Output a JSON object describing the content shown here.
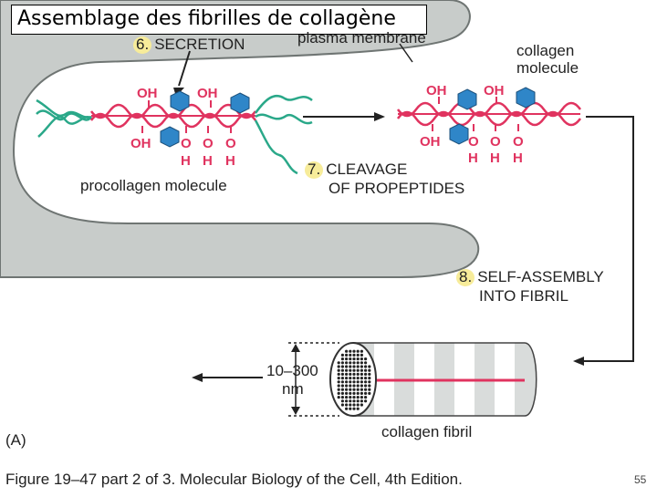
{
  "title": "Assemblage des fibrilles de collagène",
  "labels": {
    "secretion_num": "6.",
    "secretion": "SECRETION",
    "plasma_membrane": "plasma membrane",
    "collagen_molecule_1": "collagen",
    "collagen_molecule_2": "molecule",
    "procollagen_molecule": "procollagen molecule",
    "cleavage_num": "7.",
    "cleavage_1": "CLEAVAGE",
    "cleavage_2": "OF PROPEPTIDES",
    "assembly_num": "8.",
    "assembly_1": "SELF-ASSEMBLY",
    "assembly_2": "INTO FIBRIL",
    "diameter_1": "10–300",
    "diameter_2": "nm",
    "collagen_fibril": "collagen fibril",
    "panel": "(A)"
  },
  "chem": {
    "oh": "OH",
    "o": "O",
    "h": "H"
  },
  "caption": "Figure 19–47 part 2 of 3. Molecular Biology of the Cell, 4th Edition.",
  "page_number": "55",
  "colors": {
    "cell": "#c8ccca",
    "cell_outline": "#6f7573",
    "helix": "#e0335f",
    "propeptide": "#2aa889",
    "sugar": "#2f86c8",
    "highlight": "#f7ec9a"
  }
}
